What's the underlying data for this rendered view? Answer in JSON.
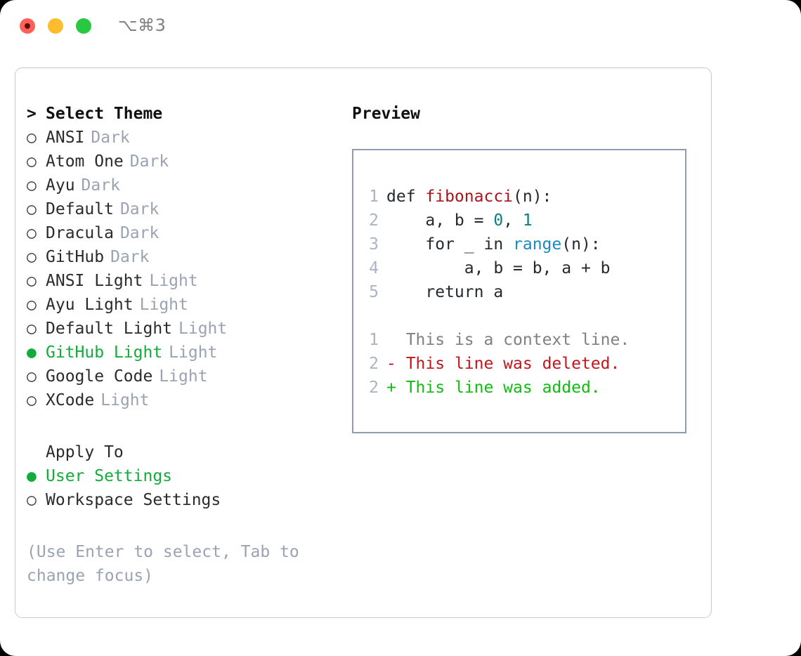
{
  "titlebar": {
    "shortcut": "⌥⌘3",
    "buttons": {
      "close": "close-button",
      "minimize": "minimize-button",
      "maximize": "maximize-button"
    }
  },
  "theme_picker": {
    "header_marker": ">",
    "header_label": "Select Theme",
    "bullet_off": "○",
    "bullet_on": "●",
    "items": [
      {
        "label": "ANSI",
        "variant": "Dark",
        "selected": false
      },
      {
        "label": "Atom One",
        "variant": "Dark",
        "selected": false
      },
      {
        "label": "Ayu",
        "variant": "Dark",
        "selected": false
      },
      {
        "label": "Default",
        "variant": "Dark",
        "selected": false
      },
      {
        "label": "Dracula",
        "variant": "Dark",
        "selected": false
      },
      {
        "label": "GitHub",
        "variant": "Dark",
        "selected": false
      },
      {
        "label": "ANSI Light",
        "variant": "Light",
        "selected": false
      },
      {
        "label": "Ayu Light",
        "variant": "Light",
        "selected": false
      },
      {
        "label": "Default Light",
        "variant": "Light",
        "selected": false
      },
      {
        "label": "GitHub Light",
        "variant": "Light",
        "selected": true
      },
      {
        "label": "Google Code",
        "variant": "Light",
        "selected": false
      },
      {
        "label": "XCode",
        "variant": "Light",
        "selected": false
      }
    ]
  },
  "apply_to": {
    "title": "Apply To",
    "items": [
      {
        "label": "User Settings",
        "selected": true
      },
      {
        "label": "Workspace Settings",
        "selected": false
      }
    ]
  },
  "hint": "(Use Enter to select, Tab to change focus)",
  "preview": {
    "title": "Preview",
    "code_lines": [
      {
        "num": "1",
        "tokens": [
          {
            "t": "def ",
            "c": "plain"
          },
          {
            "t": "fibonacci",
            "c": "fn"
          },
          {
            "t": "(n):",
            "c": "plain"
          }
        ]
      },
      {
        "num": "2",
        "tokens": [
          {
            "t": "    a, b = ",
            "c": "plain"
          },
          {
            "t": "0",
            "c": "num"
          },
          {
            "t": ", ",
            "c": "plain"
          },
          {
            "t": "1",
            "c": "num"
          }
        ]
      },
      {
        "num": "3",
        "tokens": [
          {
            "t": "    for _ in ",
            "c": "plain"
          },
          {
            "t": "range",
            "c": "call"
          },
          {
            "t": "(n):",
            "c": "plain"
          }
        ]
      },
      {
        "num": "4",
        "tokens": [
          {
            "t": "        a, b = b, a + b",
            "c": "plain"
          }
        ]
      },
      {
        "num": "5",
        "tokens": [
          {
            "t": "    return a",
            "c": "plain"
          }
        ]
      }
    ],
    "diff_lines": [
      {
        "num": "1",
        "sign": " ",
        "text": " This is a context line.",
        "kind": "ctx"
      },
      {
        "num": "2",
        "sign": "-",
        "text": " This line was deleted.",
        "kind": "del"
      },
      {
        "num": "2",
        "sign": "+",
        "text": " This line was added.",
        "kind": "add"
      }
    ]
  },
  "colors": {
    "accent_green": "#12ab3c",
    "muted": "#9aa3b2",
    "line_number": "#aab4c4",
    "panel_border": "#c3cad5",
    "preview_border": "#8f9bb0",
    "diff_add": "#11bb11",
    "diff_del": "#c2161c",
    "syntax_function": "#a9151b",
    "syntax_number": "#0d7d7d",
    "syntax_call": "#1a8ac0"
  }
}
